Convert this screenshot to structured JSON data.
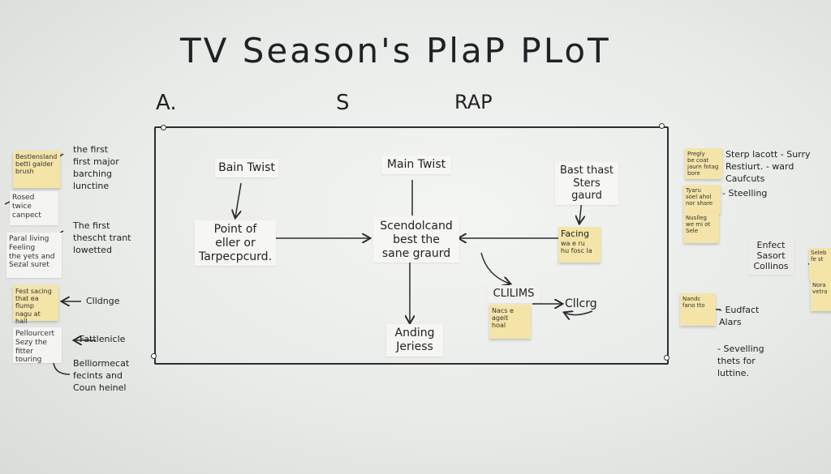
{
  "title": "TV  Season's  PlaP  PLoT",
  "header_letters": {
    "a": "A.",
    "s": "S",
    "rap": "RAP"
  },
  "board": {
    "bain_twist": "Bain Twist",
    "point": "Point of\neller or\nTarpecpcurd.",
    "main_twist": "Main Twist",
    "center": "Scendolcand\nbest the\nsane graurd",
    "anding": "Anding\nJeriess",
    "bast": "Bast thast\nSters gaurd",
    "facing": "Facing",
    "facing_small": "wa e ru\nhu fosc la",
    "climax": "CLILIMS",
    "climax_small": "Nacs e ageit\nhoal",
    "cllorg": "Cllcrg"
  },
  "left": {
    "note1": "Bestlensland\nbetti galder\nbrush",
    "label1": "the first\nfirst major\nbarching\nlunctine",
    "note2": "Rosed twice\ncanpect",
    "note3": "Paral living\nFeeling\nthe yets and\nSezal suret",
    "label3": "The first\nthescht trant\nlowetted",
    "sticky4": "Fest sacing\nthat ea flump\nnagu at\nhall",
    "label4": "Clldnge",
    "note5": "Pellourcert\nSezy the\nfitter touring",
    "label5": "Fattlenicle",
    "label6": "Belliormecat\nfecints and\nCoun heinel"
  },
  "right": {
    "sticky1": "Pregly\nbe coat\njaurn fotag\nbore",
    "label1": "Sterp lacott  - Surry\nRestiurt.    - ward\nCaufcuts",
    "sticky2": "Tyaru\nsoel ahol\nnor share",
    "label2": "- Steelling",
    "sticky3": "Nuslleg\nwe mi ot\nSele",
    "card4": "Enfect\nSasort\nCollinos",
    "sticky5": "Nandc\nfano tto",
    "label5": "- Eudfact\n  Alars",
    "label6": "- Sevelling\n  thets for\n  luttine.",
    "sticky6a": "Seleb\nfe st",
    "sticky6b": "Nora\nvetra"
  }
}
